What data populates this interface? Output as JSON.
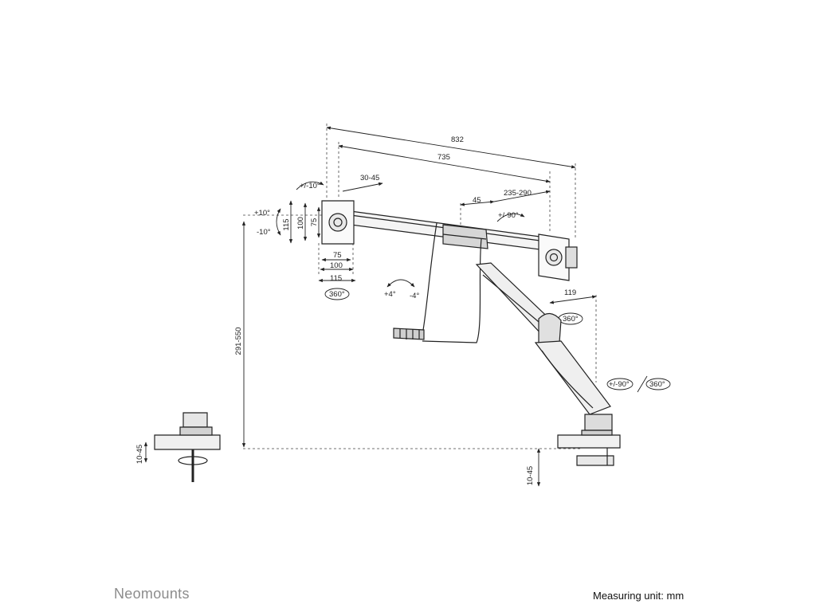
{
  "dims": {
    "overall_width": "832",
    "center_width": "735",
    "left_depth": "30-45",
    "tilt_side": "+/-10°",
    "tilt_up": "+10°",
    "tilt_down": "-10°",
    "vesa_115": "115",
    "vesa_100": "100",
    "vesa_75": "75",
    "arm_45": "45",
    "arm_reach": "235-290",
    "swivel_arm": "+/-90°",
    "vesa_h_75": "75",
    "vesa_h_100": "100",
    "vesa_h_115": "115",
    "rotate_left": "360°",
    "tilt_bar_up": "+4°",
    "tilt_bar_down": "-4°",
    "offset_119": "119",
    "rotate_right": "360°",
    "height_range": "291-550",
    "swivel_base": "+/-90°",
    "rotate_base": "360°",
    "desk_left": "10-45",
    "desk_right": "10-45"
  },
  "footer": {
    "brand": "Neomounts",
    "unit": "Measuring unit: mm"
  }
}
